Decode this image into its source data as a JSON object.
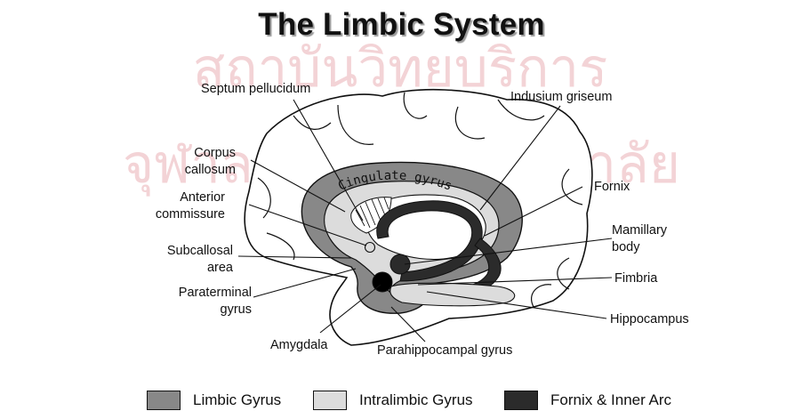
{
  "title": "The Limbic System",
  "watermark": {
    "line1": "สถาบันวิทยบริการ",
    "line2": "จุฬาลงกรณ์มหาวิทยาลัย",
    "color": "#f3d3d6"
  },
  "in_figure_text": "Cingulate gyrus",
  "labels": {
    "septum_pellucidum": "Septum pellucidum",
    "indusium_griseum": "Indusium griseum",
    "corpus_callosum_1": "Corpus",
    "corpus_callosum_2": "callosum",
    "fornix": "Fornix",
    "anterior_commissure_1": "Anterior",
    "anterior_commissure_2": "commissure",
    "mamillary_body_1": "Mamillary",
    "mamillary_body_2": "body",
    "subcallosal_area_1": "Subcallosal",
    "subcallosal_area_2": "area",
    "fimbria": "Fimbria",
    "paraterminal_gyrus_1": "Paraterminal",
    "paraterminal_gyrus_2": "gyrus",
    "hippocampus": "Hippocampus",
    "amygdala": "Amygdala",
    "parahippocampal_gyrus": "Parahippocampal gyrus"
  },
  "legend": [
    {
      "label": "Limbic Gyrus",
      "color": "#888888"
    },
    {
      "label": "Intralimbic Gyrus",
      "color": "#dcdcdc"
    },
    {
      "label": "Fornix & Inner Arc",
      "color": "#2b2b2b"
    }
  ],
  "colors": {
    "limbic_gyrus": "#888888",
    "intralimbic_gyrus": "#dcdcdc",
    "fornix_inner_arc": "#2b2b2b",
    "outline": "#111111"
  }
}
